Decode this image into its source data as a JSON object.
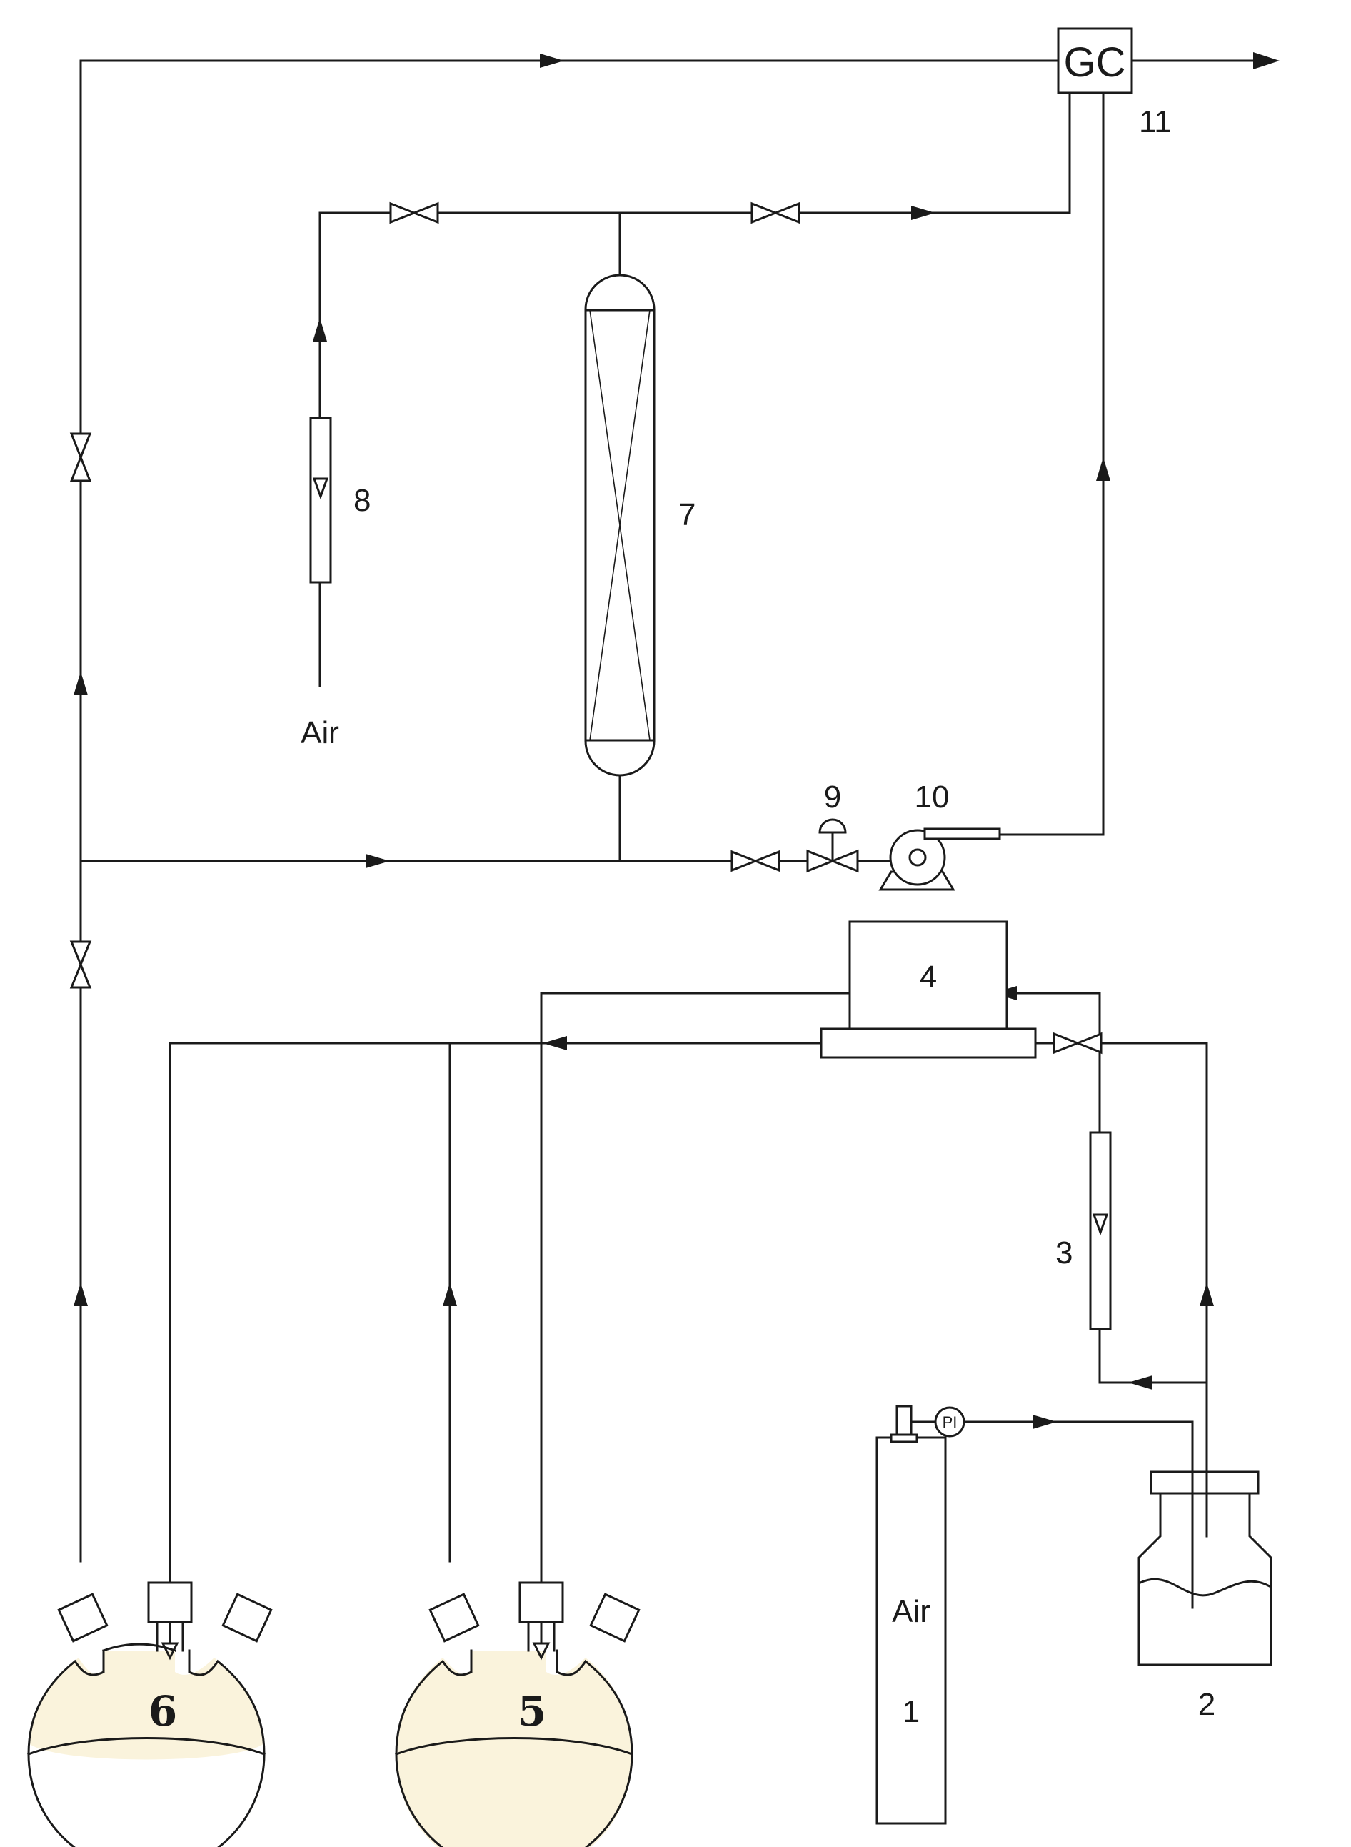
{
  "labels": {
    "gc": "GC",
    "n1": "1",
    "n2": "2",
    "n3": "3",
    "n4": "4",
    "n5": "5",
    "n6": "6",
    "n7": "7",
    "n8": "8",
    "n9": "9",
    "n10": "10",
    "n11": "11",
    "air_inlet": "Air",
    "air_cylinder": "Air",
    "pressure_indicator": "PI"
  },
  "colors": {
    "line": "#1a1a1a",
    "liquid": "#faf3dc"
  }
}
